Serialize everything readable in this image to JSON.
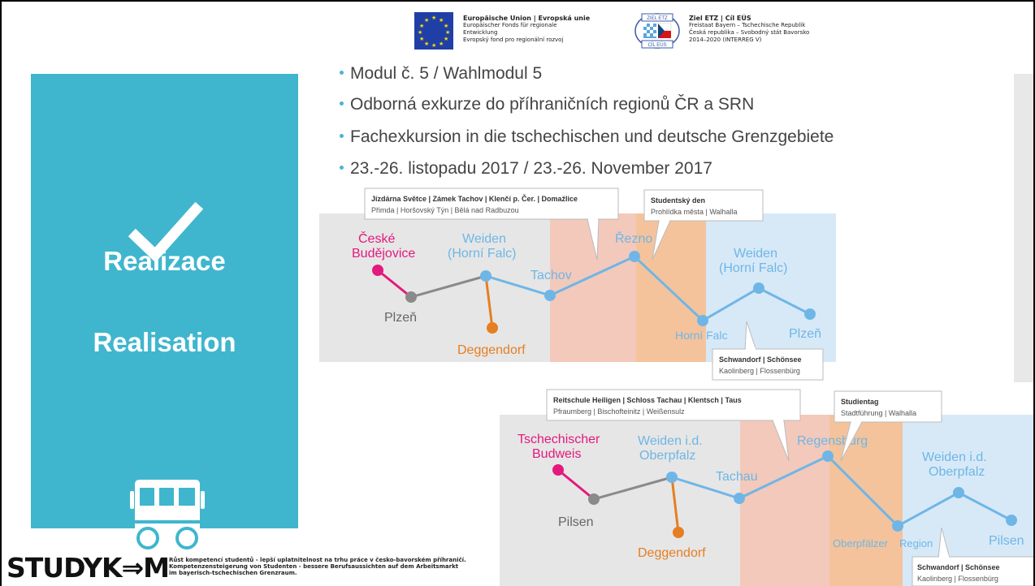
{
  "header": {
    "eu": {
      "title": "Europäische Union | Evropská unie",
      "line1": "Europäischer Fonds für regionale",
      "line2": "Entwicklung",
      "line3": "Evropský fond pro regionální rozvoj"
    },
    "ziel_logo_top": "ZIEL ETZ",
    "ziel_logo_bottom": "CÍL EÚS",
    "ziel": {
      "title": "Ziel ETZ | Cíl EÚS",
      "line1": "Freistaat Bayern – Tschechische Republik",
      "line2": "Česká republika – Svobodný stát Bavorsko",
      "line3": "2014–2020 (INTERREG V)"
    }
  },
  "left_panel": {
    "title_cz": "Realizace",
    "title_de": "Realisation",
    "color": "#3fb6ce"
  },
  "bullets": [
    "Modul č. 5 / Wahlmodul 5",
    "Odborná exkurze do příhraničních regionů ČR a SRN",
    "Fachexkursion in die tschechischen und deutsche Grenzgebiete",
    "23.-26. listopadu 2017 / 23.-26. November 2017"
  ],
  "route_cz": {
    "callout_left_title": "Jízdárna Světce | Zámek Tachov | Klenčí p. Čer. | Domažlice",
    "callout_left_sub": "Přimda | Horšovský Týn | Bělá nad Radbuzou",
    "callout_mid_title": "Studentský den",
    "callout_mid_sub": "Prohlídka města | Walhalla",
    "callout_right_title": "Schwandorf | Schönsee",
    "callout_right_sub": "Kaolinberg | Flossenbürg",
    "start_1": "České",
    "start_2": "Budějovice",
    "pilsen": "Plzeň",
    "weiden_1": "Weiden",
    "weiden_2": "(Horní Falc)",
    "deggendorf": "Deggendorf",
    "tachov": "Tachov",
    "rezno": "Řezno",
    "horni_falc": "Horní Falc",
    "weiden_r_1": "Weiden",
    "weiden_r_2": "(Horní Falc)",
    "plzen_end": "Plzeň"
  },
  "route_de": {
    "callout_left_title": "Reitschule Heiligen | Schloss Tachau | Klentsch | Taus",
    "callout_left_sub": "Pfraumberg | Bischofteinitz | Weißensulz",
    "callout_mid_title": "Studientag",
    "callout_mid_sub": "Stadtführung | Walhalla",
    "callout_right_title": "Schwandorf | Schönsee",
    "callout_right_sub": "Kaolinberg | Flossenbürg",
    "start_1": "Tschechischer",
    "start_2": "Budweis",
    "pilsen": "Pilsen",
    "weiden_1": "Weiden i.d.",
    "weiden_2": "Oberpfalz",
    "deggendorf": "Deggendorf",
    "tachau": "Tachau",
    "regensburg": "Regensburg",
    "oberpfalzer_1": "Oberpfälzer",
    "oberpfalzer_2": "Region",
    "weiden_r_1": "Weiden i.d.",
    "weiden_r_2": "Oberpfalz",
    "pilsen_end": "Pilsen"
  },
  "colors": {
    "route_blue": "#6fb6e6",
    "pink": "#e4197d",
    "orange": "#e67e22",
    "grey": "#8a8a8a",
    "band_grey": "#e6e6e6",
    "band_pink": "#f3c9bb",
    "band_orange": "#f4c39c",
    "band_blue": "#d7e9f7"
  },
  "footer": {
    "logo": "STUDYK⇒M",
    "line1": "Růst kompetencí studentů - lepší uplatnitelnost na trhu práce v česko-bavorském příhraničí.",
    "line2": "Kompetenzensteigerung von Studenten - bessere Berufsaussichten auf dem Arbeitsmarkt",
    "line3": "im bayerisch-tschechischen Grenzraum."
  }
}
